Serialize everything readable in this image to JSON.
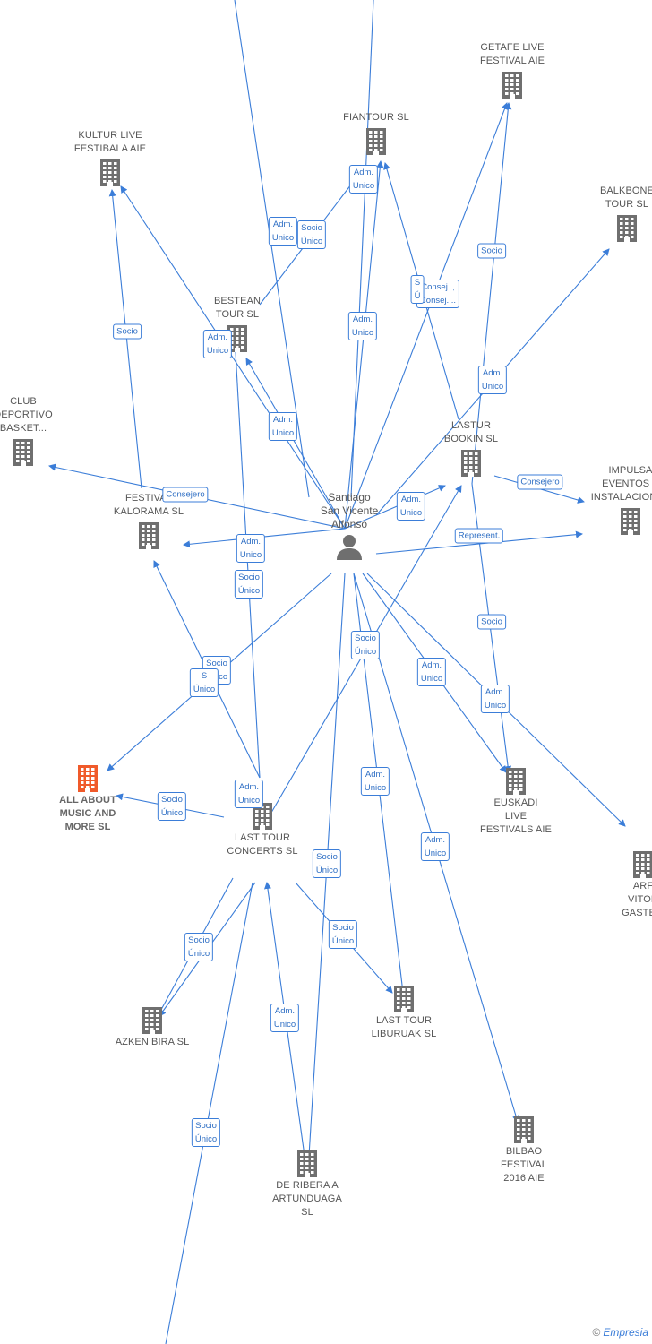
{
  "person": {
    "name": "Santiago\nSan Vicente\nAlfonso",
    "icon": "person-icon"
  },
  "colors": {
    "edge": "#3b7dd8",
    "building": "#6f6f6f",
    "building_highlight": "#f05a2a",
    "label_text": "#555555"
  },
  "companies": [
    {
      "id": "getafe",
      "label": "GETAFE LIVE\nFESTIVAL  AIE",
      "icon": "building-icon"
    },
    {
      "id": "fiantour",
      "label": "FIANTOUR SL",
      "icon": "building-icon"
    },
    {
      "id": "kultur",
      "label": "KULTUR LIVE\nFESTIBALA  AIE",
      "icon": "building-icon"
    },
    {
      "id": "balkbone",
      "label": "BALKBONE\nTOUR  SL",
      "icon": "building-icon"
    },
    {
      "id": "bestean",
      "label": "BESTEAN\nTOUR  SL",
      "icon": "building-icon"
    },
    {
      "id": "club",
      "label": "CLUB\nDEPORTIVO\nBASKET...",
      "icon": "building-icon"
    },
    {
      "id": "lastur",
      "label": "LASTUR\nBOOKIN  SL",
      "icon": "building-icon"
    },
    {
      "id": "impulsa",
      "label": "IMPULSA\nEVENTOS E\nINSTALACIONES",
      "icon": "building-icon"
    },
    {
      "id": "kalorama",
      "label": "FESTIVAL\nKALORAMA  SL",
      "icon": "building-icon"
    },
    {
      "id": "allabout",
      "label": "ALL ABOUT\nMUSIC AND\nMORE  SL",
      "icon": "building-icon",
      "highlight": true
    },
    {
      "id": "euskadi",
      "label": "EUSKADI\nLIVE\nFESTIVALS  AIE",
      "icon": "building-icon"
    },
    {
      "id": "arf",
      "label": "ARF\nVITOR\nGASTEIZ",
      "icon": "building-icon"
    },
    {
      "id": "lasttour",
      "label": "LAST TOUR\nCONCERTS  SL",
      "icon": "building-icon"
    },
    {
      "id": "azken",
      "label": "AZKEN BIRA  SL",
      "icon": "building-icon"
    },
    {
      "id": "liburuak",
      "label": "LAST TOUR\nLIBURUAK  SL",
      "icon": "building-icon"
    },
    {
      "id": "bilbao",
      "label": "BILBAO\nFESTIVAL\n2016  AIE",
      "icon": "building-icon"
    },
    {
      "id": "deribera",
      "label": "DE RIBERA A\nARTUNDUAGA\nSL",
      "icon": "building-icon"
    }
  ],
  "edge_labels": [
    "Adm.\nUnico",
    "Socio\nÚnico",
    "Adm.\nUnico",
    "Socio",
    "Socio",
    "Adm.\nUnico",
    "Consej. ,\nConsej....",
    "S\nÚ",
    "Adm.\nUnico",
    "Adm.\nUnico",
    "Adm.\nUnico",
    "Consejero",
    "Adm.\nUnico",
    "Consejero",
    "Represent.",
    "Adm.\nUnico",
    "Socio\nÚnico",
    "Socio\nÚnico",
    "Adm.\nUnico",
    "S\nÚnico",
    "Socio\nÚnico",
    "Socio",
    "Adm.\nUnico",
    "Adm.\nUnico",
    "Socio\nÚnico",
    "Adm.\nUnico",
    "Adm.\nUnico",
    "Socio\nÚnico",
    "Socio\nÚnico",
    "Socio\nÚnico",
    "Adm.\nUnico",
    "Socio\nÚnico",
    "Adm.\nUnico",
    "Adm.\nUnico"
  ],
  "brand": {
    "copyright": "©",
    "name": "Empresia"
  }
}
